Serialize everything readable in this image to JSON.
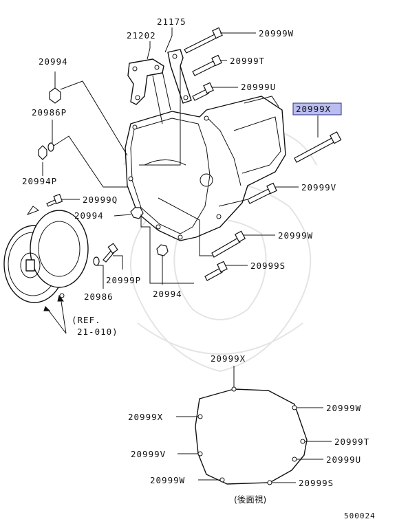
{
  "highlight_color": "#b9bdf0",
  "labels": {
    "p21175": "21175",
    "p21202": "21202",
    "p20999W_top": "20999W",
    "p20999T_top": "20999T",
    "p20999U_top": "20999U",
    "p20994_top": "20994",
    "p20986P": "20986P",
    "p20994P": "20994P",
    "p20999X_hl": "20999X",
    "p20999V_main": "20999V",
    "p20999Q": "20999Q",
    "p20994_mid": "20994",
    "p20999W_mid": "20999W",
    "p20999P": "20999P",
    "p20999S_mid": "20999S",
    "p20986": "20986",
    "p20994_low": "20994",
    "ref_line1": "(REF.",
    "ref_line2": "21-010)",
    "bv_20999X_top": "20999X",
    "bv_20999W_right": "20999W",
    "bv_20999X_left": "20999X",
    "bv_20999T": "20999T",
    "bv_20999V": "20999V",
    "bv_20999U": "20999U",
    "bv_20999W_bottom": "20999W",
    "bv_20999S": "20999S",
    "rear_view": "(後面視)",
    "figure_no": "500024"
  }
}
